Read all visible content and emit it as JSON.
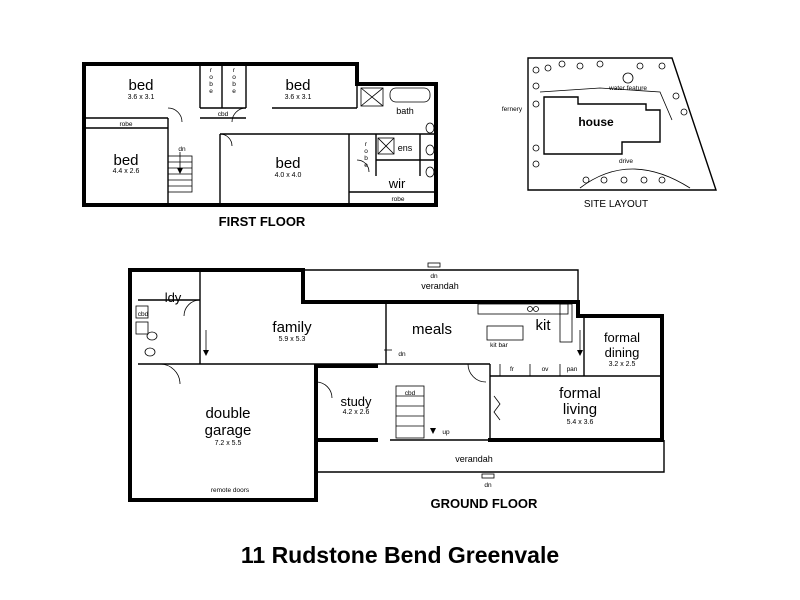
{
  "address": "11 Rudstone Bend Greenvale",
  "first_floor": {
    "title": "FIRST FLOOR",
    "rooms": [
      {
        "name": "bed",
        "dims": "3.6 x 3.1"
      },
      {
        "name": "bed",
        "dims": "3.6 x 3.1"
      },
      {
        "name": "bed",
        "dims": "4.4 x 2.6"
      },
      {
        "name": "bed",
        "dims": "4.0 x 4.0"
      },
      {
        "name": "bath"
      },
      {
        "name": "ens"
      },
      {
        "name": "wir"
      }
    ],
    "labels": {
      "robe": "robe",
      "robe_v1": "r\no\nb\ne",
      "cbd": "cbd",
      "dn": "dn"
    }
  },
  "site_layout": {
    "title": "SITE LAYOUT",
    "house": "house",
    "water_feature": "water feature",
    "fernery": "fernery",
    "drive": "drive"
  },
  "ground_floor": {
    "title": "GROUND FLOOR",
    "rooms": [
      {
        "name": "ldy"
      },
      {
        "name": "family",
        "dims": "5.9 x 5.3"
      },
      {
        "name": "meals"
      },
      {
        "name": "kit"
      },
      {
        "name": "formal dining",
        "dims": "3.2 x 2.5"
      },
      {
        "name": "study",
        "dims": "4.2 x 2.6"
      },
      {
        "name": "formal living",
        "dims": "5.4 x 3.6"
      },
      {
        "name": "double garage",
        "dims": "7.2 x 5.5"
      }
    ],
    "labels": {
      "verandah": "verandah",
      "dn": "dn",
      "up": "up",
      "cbd": "cbd",
      "kit_bar": "kit bar",
      "fr": "fr",
      "ov": "ov",
      "pan": "pan",
      "remote_doors": "remote doors"
    }
  }
}
